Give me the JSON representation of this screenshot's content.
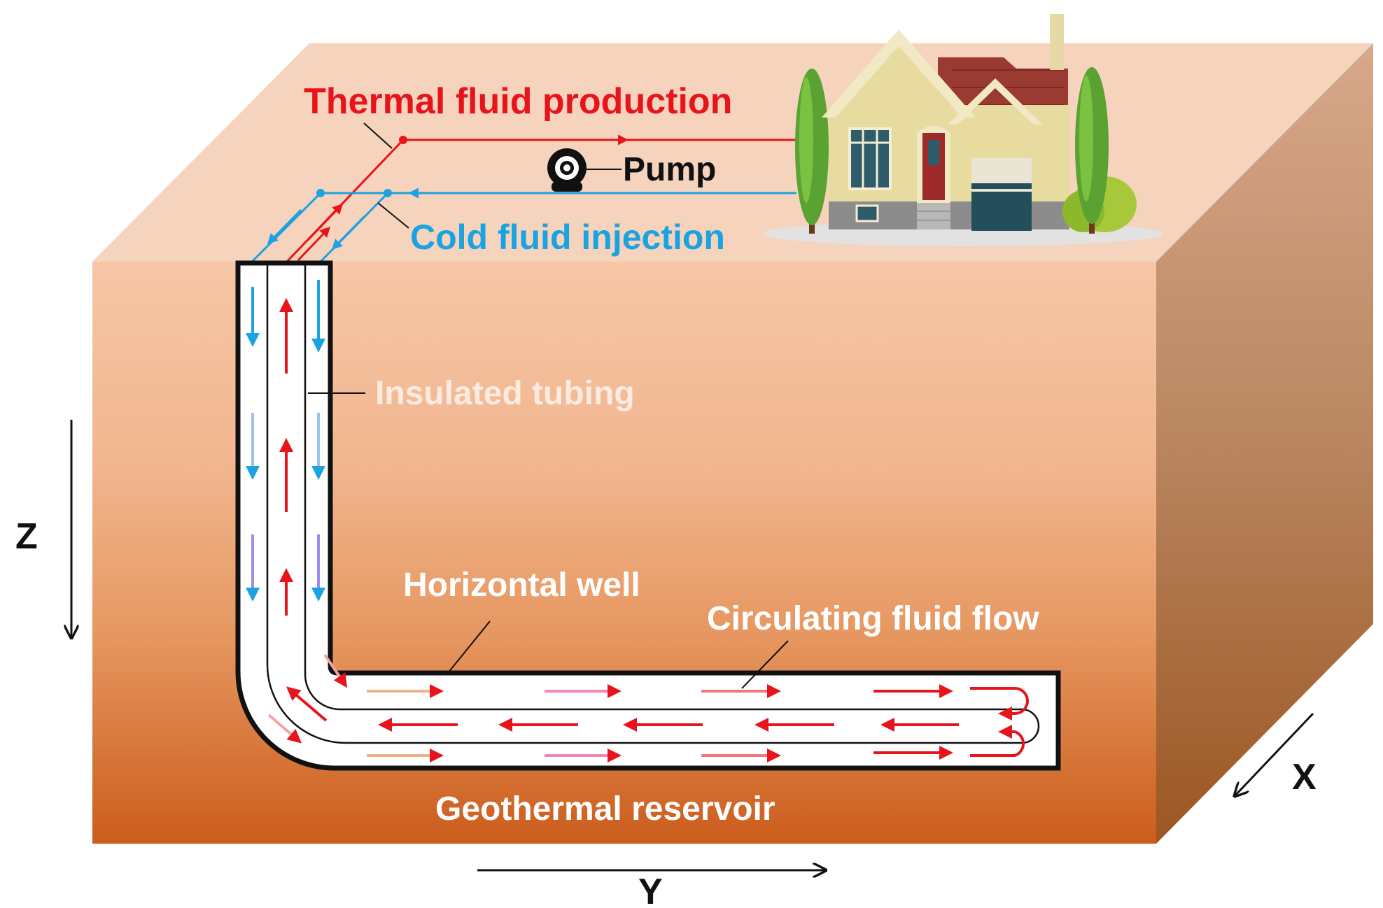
{
  "labels": {
    "thermal_production": "Thermal fluid production",
    "pump": "Pump",
    "cold_injection": "Cold fluid injection",
    "insulated_tubing": "Insulated tubing",
    "horizontal_well": "Horizontal well",
    "circulating_flow": "Circulating fluid flow",
    "reservoir": "Geothermal reservoir"
  },
  "axes": {
    "z": "Z",
    "y": "Y",
    "x": "X"
  },
  "colors": {
    "hot": "#e8141c",
    "cold": "#1aa3e0",
    "label_red": "#e8141c",
    "label_blue": "#1aa3e0",
    "label_light": "#fcebe0",
    "ink": "#111111"
  },
  "icons": {
    "pump": "pump-icon",
    "house": "house-icon",
    "tree": "tree-icon"
  }
}
